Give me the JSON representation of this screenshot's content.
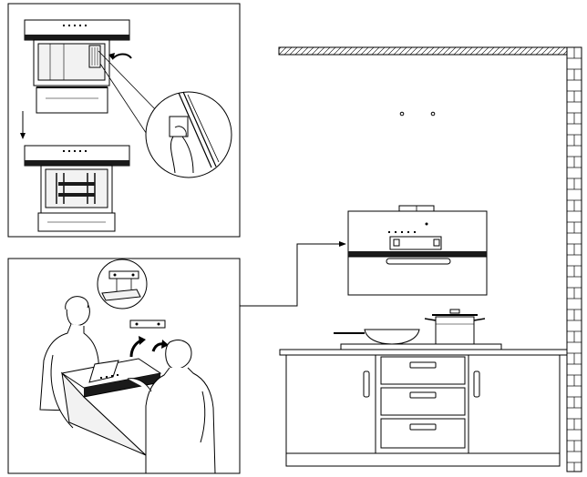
{
  "figure": {
    "panels": [
      {
        "id": "filter-removal",
        "description_shown": false
      },
      {
        "id": "wall-hanging",
        "description_shown": false
      },
      {
        "id": "kitchen-install",
        "description_shown": false
      }
    ],
    "icons": [
      "rotate-arrow-icon",
      "down-arrow-icon",
      "lift-arrow-icon",
      "pointer-arrow-icon"
    ],
    "colors": {
      "line": "#000000",
      "fill_light": "#f2f2f2",
      "fill_dark": "#1a1a1a",
      "background": "#ffffff"
    }
  }
}
